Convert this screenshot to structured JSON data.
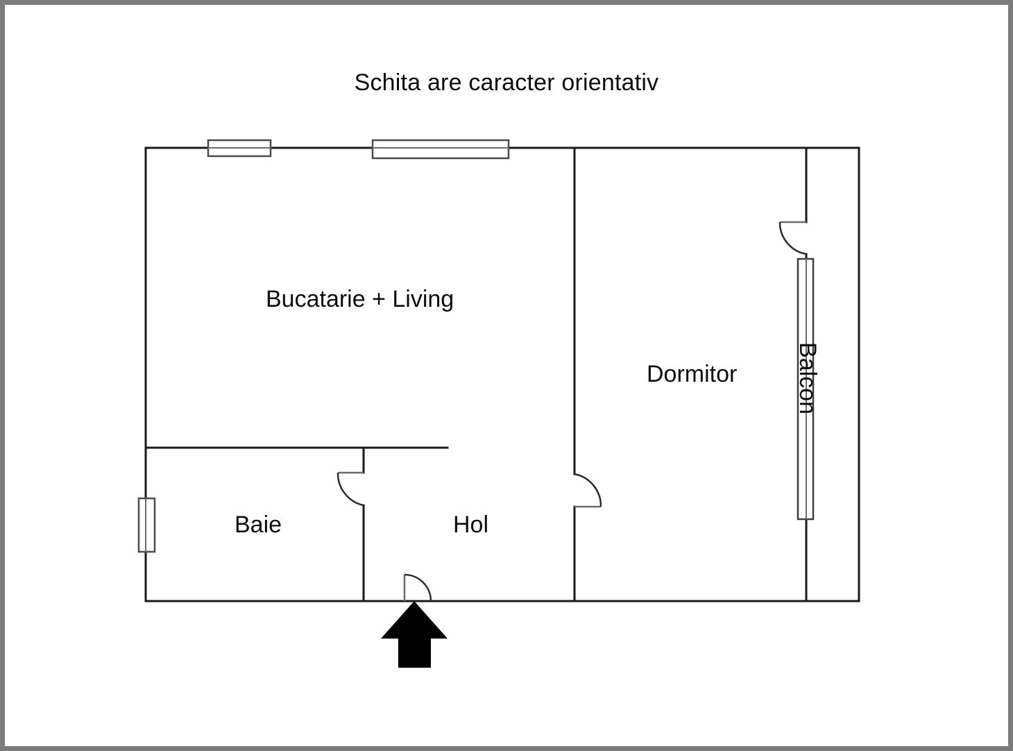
{
  "document": {
    "kind": "floor-plan",
    "title": "Schita are caracter orientativ",
    "frame_color": "#7c7c7c",
    "wall_color": "#1a1a1a",
    "background_color": "#ffffff"
  },
  "rooms": [
    {
      "id": "bucatarie-living",
      "label": "Bucatarie + Living"
    },
    {
      "id": "dormitor",
      "label": "Dormitor"
    },
    {
      "id": "baie",
      "label": "Baie"
    },
    {
      "id": "hol",
      "label": "Hol"
    },
    {
      "id": "balcon",
      "label": "Balcon",
      "orientation": "vertical"
    }
  ],
  "openings": {
    "windows": [
      {
        "id": "window-living-left",
        "wall": "top",
        "orientation": "horizontal"
      },
      {
        "id": "window-living-right",
        "wall": "top",
        "orientation": "horizontal"
      },
      {
        "id": "window-baie",
        "wall": "left",
        "orientation": "vertical"
      },
      {
        "id": "window-balcon",
        "wall": "balcony-inner",
        "orientation": "vertical"
      }
    ],
    "doors": [
      {
        "id": "door-entrance",
        "wall": "bottom",
        "swing": "inward"
      },
      {
        "id": "door-baie",
        "wall": "hol-baie",
        "swing": "left"
      },
      {
        "id": "door-dormitor",
        "wall": "hol-dormitor",
        "swing": "right"
      },
      {
        "id": "door-balcon",
        "wall": "dormitor-balcon",
        "swing": "left"
      }
    ]
  },
  "markers": [
    {
      "id": "entrance-arrow",
      "shape": "arrow-up",
      "color": "#000000"
    }
  ]
}
